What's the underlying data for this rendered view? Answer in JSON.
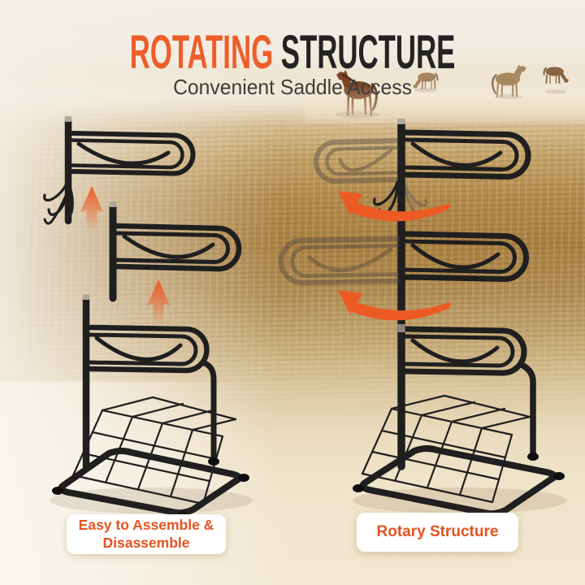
{
  "header": {
    "title_highlight": "ROTATING",
    "title_rest": "STRUCTURE",
    "subtitle": "Convenient Saddle Access"
  },
  "callouts": {
    "left_line1": "Easy to Assemble &",
    "left_line2": "Disassemble",
    "right": "Rotary Structure"
  },
  "colors": {
    "accent_orange": "#ee5a24",
    "title_dark": "#232323",
    "subtitle_gray": "#3c3c3c",
    "callout_text_orange": "#e65320",
    "callout_bg": "#ffffff",
    "rack_black": "#1f1f1f",
    "ghost_gray": "#4d463d",
    "steel_cap_silver": "#b3a898"
  },
  "icons": {
    "up_arrow": "▲",
    "rotate_arrow": "↶"
  },
  "scene": {
    "background_alt": "Misty golden pasture with four horse silhouettes"
  }
}
